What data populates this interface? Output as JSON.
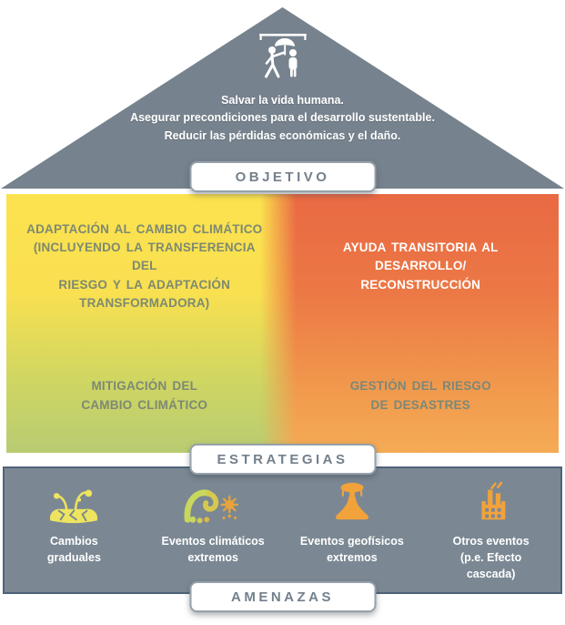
{
  "objective": {
    "badge": "OBJETIVO",
    "lines": [
      "Salvar la vida humana.",
      "Asegurar precondiciones para el desarrollo sustentable.",
      "Reducir las pérdidas económicas y el daño."
    ],
    "icon": "umbrella-people-icon"
  },
  "strategies": {
    "badge": "ESTRATEGIAS",
    "quadrants": {
      "adaptation": "ADAPTACIÓN AL CAMBIO CLIMÁTICO\n(INCLUYENDO LA TRANSFERENCIA DEL\nRIESGO Y LA ADAPTACIÓN\nTRANSFORMADORA)",
      "transitional_aid": "AYUDA TRANSITORIA AL\nDESARROLLO/\nRECONSTRUCCIÓN",
      "mitigation": "MITIGACIÓN DEL\nCAMBIO CLIMÁTICO",
      "disaster_risk": "GESTIÓN DEL RIESGO\nDE DESASTRES"
    }
  },
  "threats": {
    "badge": "AMENAZAS",
    "items": [
      {
        "icon": "wilted-plant-icon",
        "label": "Cambios\ngraduales"
      },
      {
        "icon": "wave-storm-icon",
        "label": "Eventos climáticos\nextremos"
      },
      {
        "icon": "volcano-icon",
        "label": "Eventos geofísicos\nextremos"
      },
      {
        "icon": "factory-icon",
        "label": "Otros eventos\n(p.e. Efecto\ncascada)"
      }
    ]
  },
  "colors": {
    "roof_gray": "#76828D",
    "panel_gray": "#7B8893",
    "panel_border": "#4E637A",
    "badge_border": "#96A1A9",
    "badge_text": "#73808C",
    "yellow_top": "#FCE24E",
    "green_bottom": "#B9CC73",
    "orange_top": "#E96943",
    "orange_bottom": "#F5AB55",
    "quad_text_gray": "#7D8972",
    "icon_yellow": "#EEE45F",
    "icon_green": "#C9D75D",
    "icon_orange": "#F0A23C"
  }
}
